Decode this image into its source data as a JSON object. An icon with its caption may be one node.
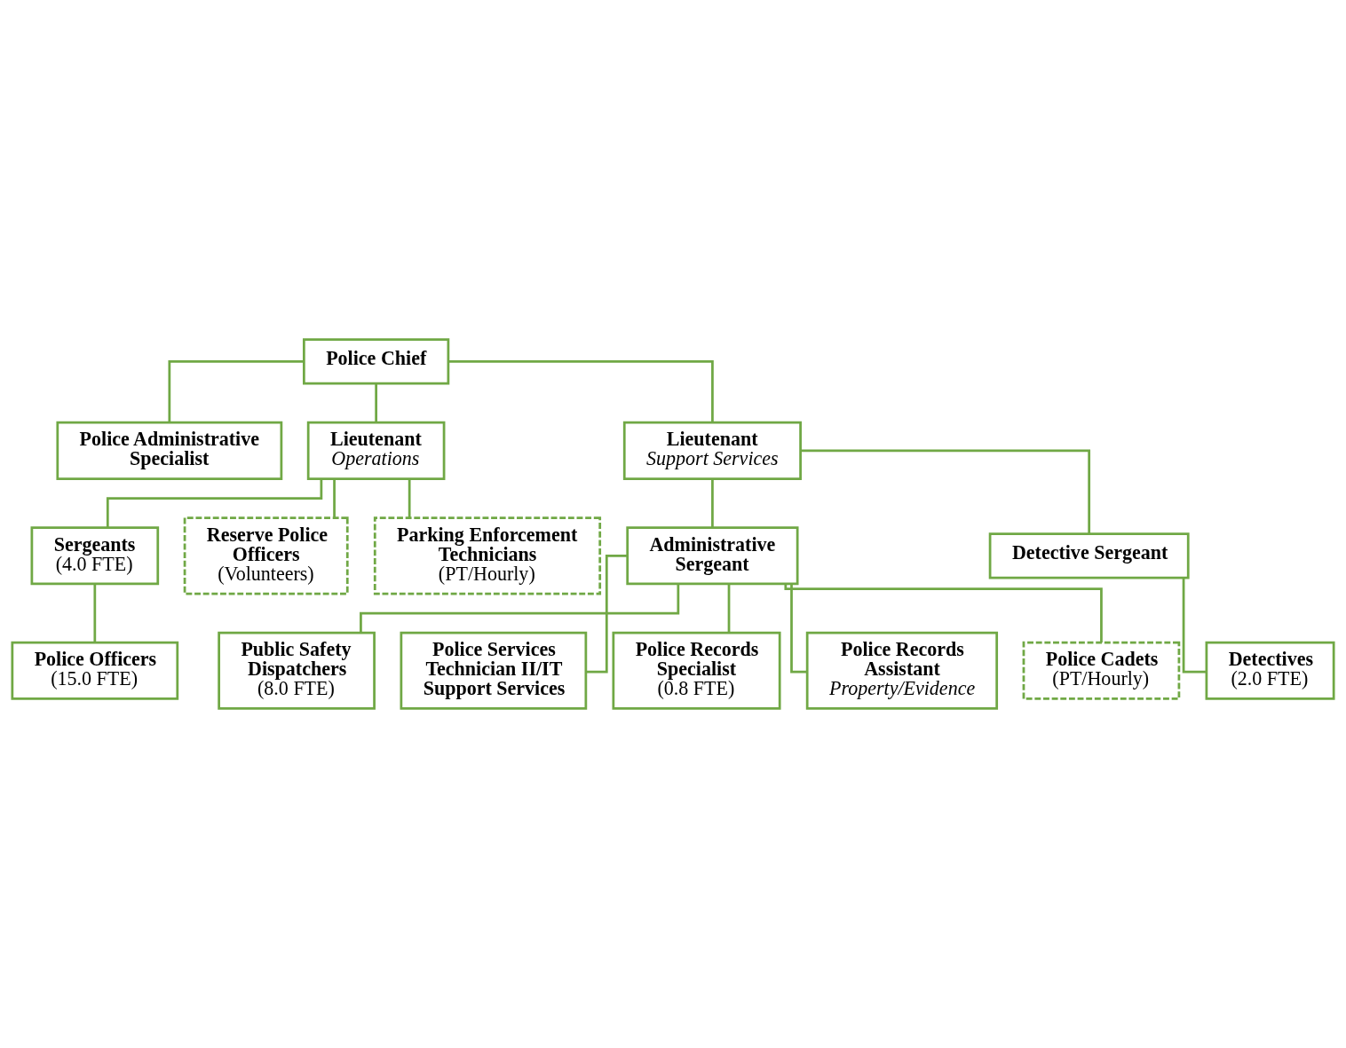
{
  "diagram": {
    "nodes": [
      {
        "text": [
          "Police Chief"
        ]
      },
      {
        "text": [
          "Police Administrative Specialist"
        ]
      },
      {
        "text": [
          "Lieutenant",
          "Operations"
        ]
      },
      {
        "text": [
          "Lieutenant",
          "Support Services"
        ]
      },
      {
        "text": [
          "Sergeants",
          "(4.0 FTE)"
        ]
      },
      {
        "text": [
          "Reserve Police Officers",
          "(Volunteers)"
        ]
      },
      {
        "text": [
          "Parking Enforcement Technicians",
          "(PT/Hourly)"
        ]
      },
      {
        "text": [
          "Administrative Sergeant"
        ]
      },
      {
        "text": [
          "Detective Sergeant"
        ]
      },
      {
        "text": [
          "Police Officers",
          "(15.0 FTE)"
        ]
      },
      {
        "text": [
          "Public Safety Dispatchers",
          "(8.0 FTE)"
        ]
      },
      {
        "text": [
          "Police Services Technician II/IT Support Services"
        ]
      },
      {
        "text": [
          "Police Records Specialist",
          "(0.8 FTE)"
        ]
      },
      {
        "text": [
          "Police Records Assistant",
          "Property/Evidence"
        ]
      },
      {
        "text": [
          "Police Cadets",
          "(PT/Hourly)"
        ]
      },
      {
        "text": [
          "Detectives",
          "(2.0 FTE)"
        ]
      }
    ],
    "edges": [
      {
        "from": 0,
        "to": 1,
        "arrow": "none"
      },
      {
        "from": 0,
        "to": 2,
        "arrow": "none"
      },
      {
        "from": 0,
        "to": 3,
        "arrow": "none"
      },
      {
        "from": 2,
        "to": 4,
        "arrow": "none"
      },
      {
        "from": 2,
        "to": 5,
        "arrow": "none"
      },
      {
        "from": 2,
        "to": 6,
        "arrow": "none"
      },
      {
        "from": 3,
        "to": 7,
        "arrow": "none"
      },
      {
        "from": 3,
        "to": 8,
        "arrow": "none"
      },
      {
        "from": 4,
        "to": 9,
        "arrow": "none"
      },
      {
        "from": 7,
        "to": 10,
        "arrow": "none"
      },
      {
        "from": 7,
        "to": 11,
        "arrow": "none"
      },
      {
        "from": 7,
        "to": 12,
        "arrow": "none"
      },
      {
        "from": 7,
        "to": 13,
        "arrow": "none"
      },
      {
        "from": 7,
        "to": 14,
        "arrow": "none"
      },
      {
        "from": 8,
        "to": 15,
        "arrow": "none"
      }
    ]
  }
}
